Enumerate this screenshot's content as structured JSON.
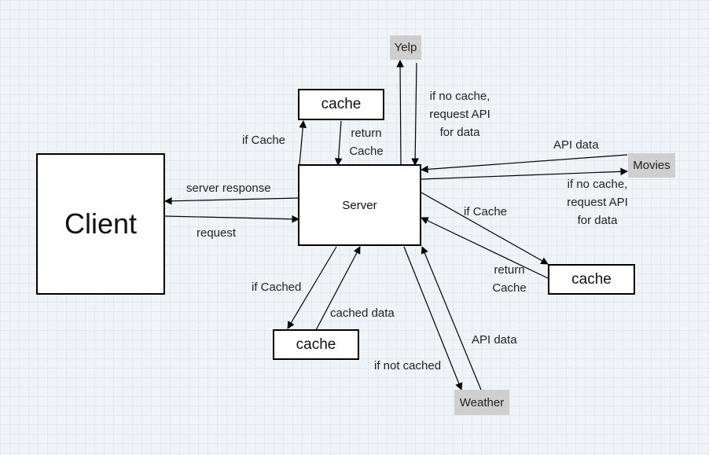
{
  "nodes": {
    "client": "Client",
    "server": "Server",
    "cache_top": "cache",
    "cache_right": "cache",
    "cache_bottom": "cache",
    "yelp": "Yelp",
    "movies": "Movies",
    "weather": "Weather"
  },
  "edges": {
    "server_response": "server response",
    "request": "request",
    "top_if_cache": "if Cache",
    "top_return_cache": "return\nCache",
    "yelp_request": "if no cache,\nrequest API\nfor data",
    "movies_api_data": "API data",
    "movies_request": "if no cache,\nrequest API\nfor data",
    "right_if_cache": "if Cache",
    "right_return_cache": "return\nCache",
    "bottom_if_cached": "if Cached",
    "bottom_cached_data": "cached data",
    "weather_api_data": "API data",
    "weather_if_not_cached": "if not cached"
  }
}
